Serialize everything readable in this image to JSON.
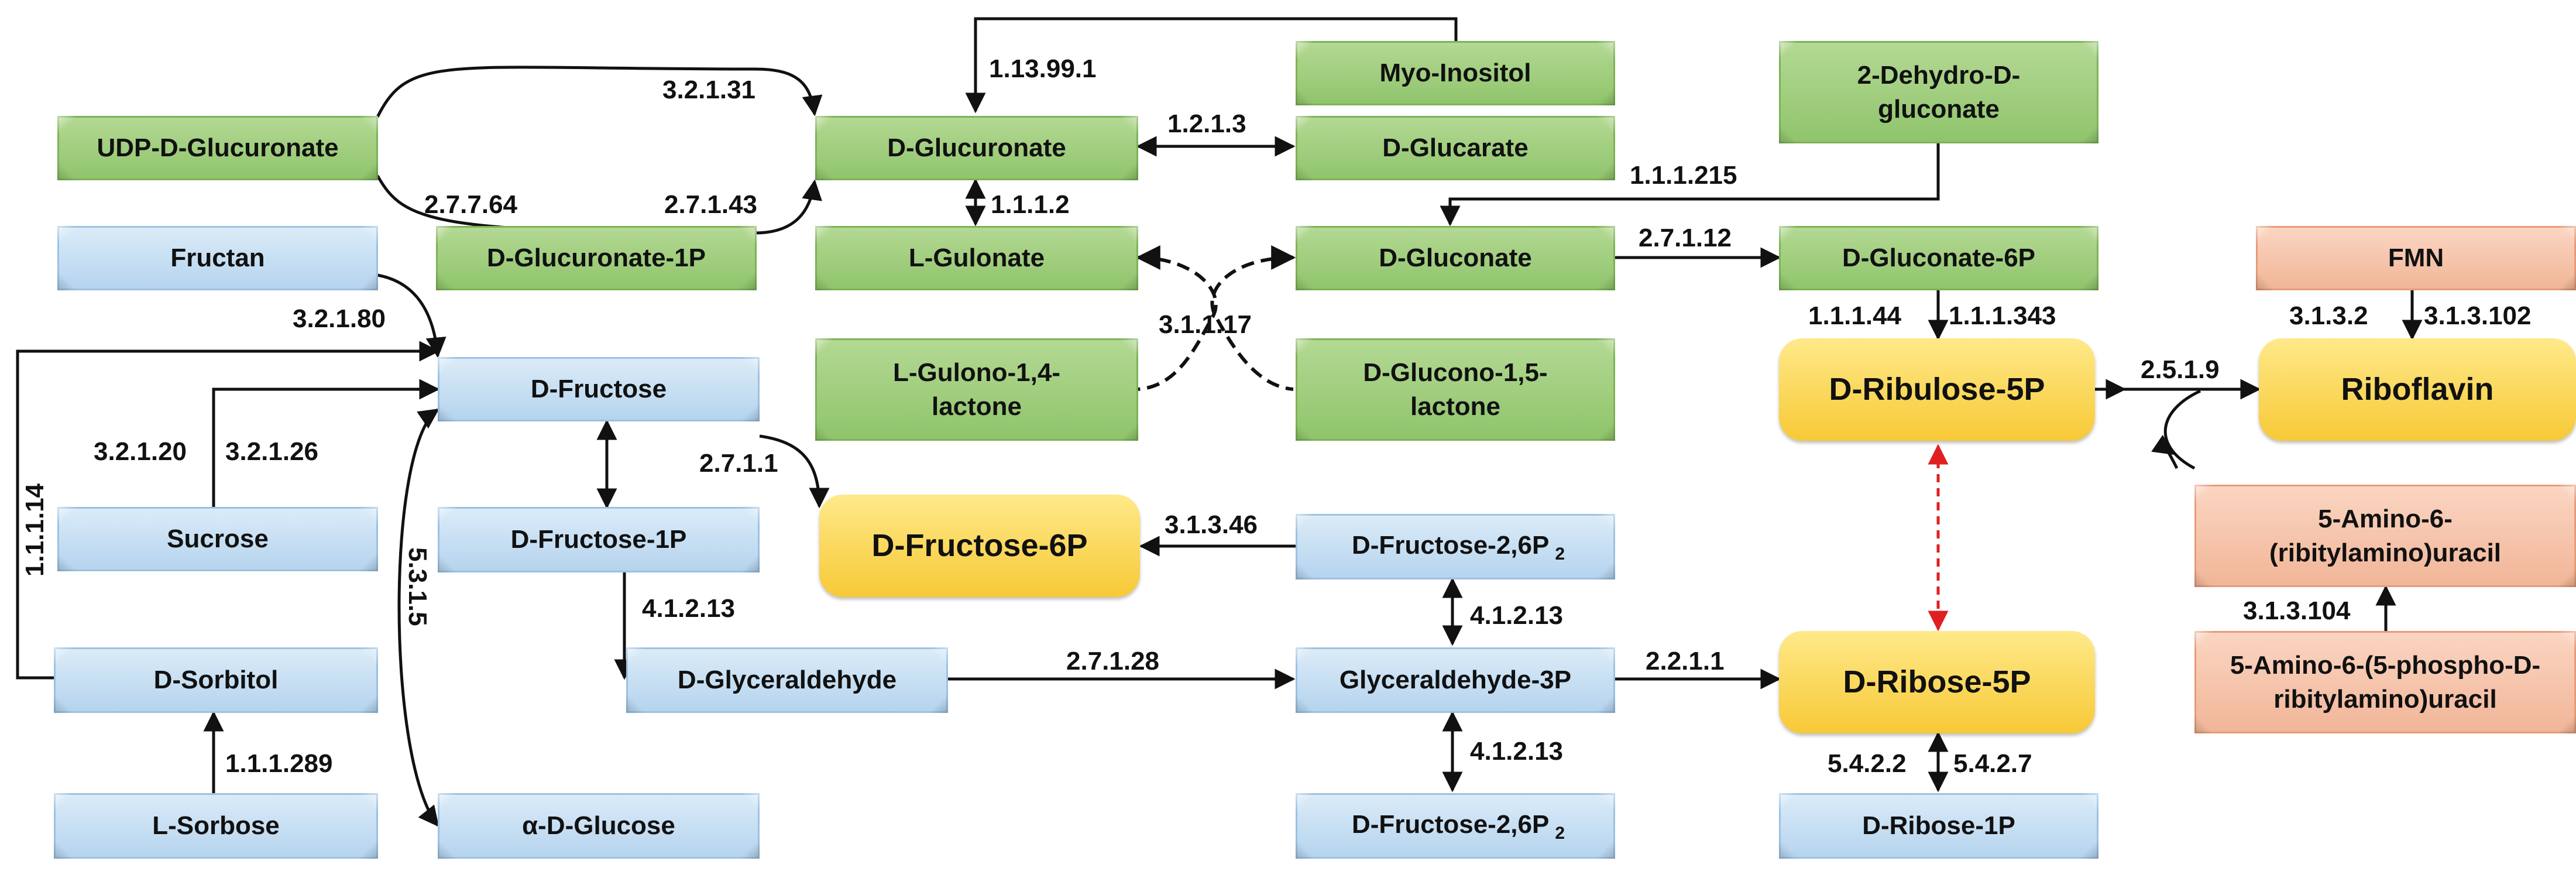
{
  "colors": {
    "green": "#9bcb75",
    "blue": "#c6def3",
    "salmon": "#f5c2a6",
    "gold": "#fcd444",
    "arrow": "#111111",
    "dashed_red": "#e02020"
  },
  "nodes": {
    "udp_glucuronate": "UDP-D-Glucuronate",
    "d_glucuronate": "D-Glucuronate",
    "myo_inositol": "Myo-Inositol",
    "d_glucarate": "D-Glucarate",
    "dehydro_gluconate": "2-Dehydro-D-gluconate",
    "glucuronate_1p": "D-Glucuronate-1P",
    "l_gulonate": "L-Gulonate",
    "d_gluconate": "D-Gluconate",
    "gluconate_6p": "D-Gluconate-6P",
    "fmn": "FMN",
    "fructan": "Fructan",
    "d_fructose": "D-Fructose",
    "gulono_lactone": "L-Gulono-1,4-lactone",
    "glucono_lactone": "D-Glucono-1,5-lactone",
    "ribulose_5p": "D-Ribulose-5P",
    "riboflavin": "Riboflavin",
    "sucrose": "Sucrose",
    "fructose_1p": "D-Fructose-1P",
    "fructose_6p": "D-Fructose-6P",
    "fructose_26p2_top": "D-Fructose-2,6P",
    "amino_ribitylamino_uracil": "5-Amino-6-(ribitylamino)uracil",
    "d_sorbitol": "D-Sorbitol",
    "d_glyceraldehyde": "D-Glyceraldehyde",
    "glyceraldehyde_3p": "Glyceraldehyde-3P",
    "ribose_5p": "D-Ribose-5P",
    "amino_phospho_uracil": "5-Amino-6-(5-phospho-D-ribitylamino)uracil",
    "l_sorbose": "L-Sorbose",
    "alpha_glucose": "α-D-Glucose",
    "fructose_26p2_bottom": "D-Fructose-2,6P",
    "ribose_1p": "D-Ribose-1P",
    "subscript_2": "2"
  },
  "enzymes": {
    "e_3_2_1_31": "3.2.1.31",
    "e_1_13_99_1": "1.13.99.1",
    "e_1_2_1_3": "1.2.1.3",
    "e_2_7_7_64": "2.7.7.64",
    "e_2_7_1_43": "2.7.1.43",
    "e_1_1_1_2": "1.1.1.2",
    "e_1_1_1_215": "1.1.1.215",
    "e_2_7_1_12": "2.7.1.12",
    "e_3_2_1_80": "3.2.1.80",
    "e_3_1_1_17": "3.1.1.17",
    "e_1_1_1_44": "1.1.1.44",
    "e_1_1_1_343": "1.1.1.343",
    "e_3_1_3_2": "3.1.3.2",
    "e_3_1_3_102": "3.1.3.102",
    "e_2_5_1_9": "2.5.1.9",
    "e_1_1_1_14": "1.1.1.14",
    "e_3_2_1_20": "3.2.1.20",
    "e_3_2_1_26": "3.2.1.26",
    "e_2_7_1_1": "2.7.1.1",
    "e_3_1_3_46": "3.1.3.46",
    "e_5_3_1_5": "5.3.1.5",
    "e_4_1_2_13_a": "4.1.2.13",
    "e_4_1_2_13_b": "4.1.2.13",
    "e_4_1_2_13_c": "4.1.2.13",
    "e_2_7_1_28": "2.7.1.28",
    "e_2_2_1_1": "2.2.1.1",
    "e_3_1_3_104": "3.1.3.104",
    "e_1_1_1_289": "1.1.1.289",
    "e_5_4_2_2": "5.4.2.2",
    "e_5_4_2_7": "5.4.2.7"
  }
}
